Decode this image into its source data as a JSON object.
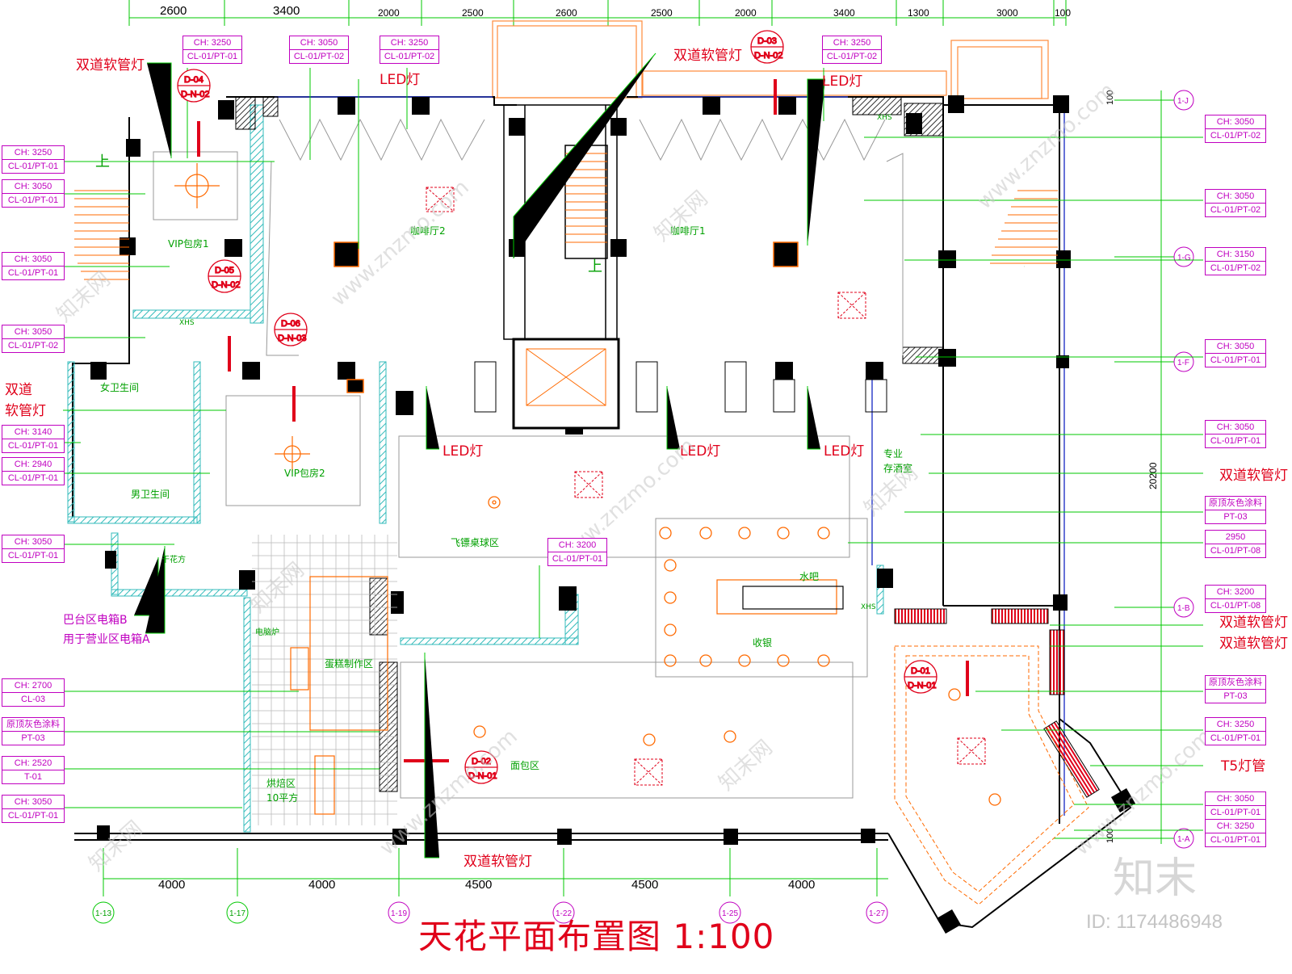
{
  "title": "天花平面布置图 1:100",
  "watermark": {
    "brand": "知末",
    "id": "ID: 1174486948",
    "site": "www.znzmo.com",
    "site_cn": "知末网"
  },
  "dims_top": [
    "2600",
    "3400",
    "2000",
    "2500",
    "2600",
    "2500",
    "2000",
    "3400",
    "1300",
    "3000",
    "100"
  ],
  "dims_bottom": [
    "4000",
    "4000",
    "4500",
    "4500",
    "4000"
  ],
  "dims_right": [
    "100",
    "20200",
    "100"
  ],
  "axes_bottom": [
    "1-13",
    "1-17",
    "1-19",
    "1-22",
    "1-25",
    "1-27"
  ],
  "axes_right": [
    "1-J",
    "1-G",
    "1-F",
    "1-B",
    "1-A"
  ],
  "rooms": [
    "VIP包房1",
    "咖啡厅2",
    "咖啡厅1",
    "女卫生间",
    "男卫生间",
    "VIP包房2",
    "专业存酒室",
    "飞镖桌球区",
    "水吧",
    "收银",
    "电脑炉",
    "蛋糕制作区",
    "面包区",
    "烘焙区",
    "10平方",
    "干花方",
    "XHS",
    "XHS",
    "XHS",
    "上",
    "上",
    "上"
  ],
  "callouts": [
    "双道软管灯",
    "双道软管灯",
    "LED灯",
    "LED灯",
    "双道",
    "软管灯",
    "LED灯",
    "LED灯",
    "LED灯",
    "双道软管灯",
    "双道软管灯",
    "双道软管灯",
    "T5灯管",
    "双道软管灯",
    "巴台区电箱B",
    "用于营业区电箱A"
  ],
  "tags_top": [
    [
      "CH: 3250",
      "CL-01/PT-01"
    ],
    [
      "CH: 3050",
      "CL-01/PT-02"
    ],
    [
      "CH: 3250",
      "CL-01/PT-02"
    ],
    [
      "CH: 3250",
      "CL-01/PT-02"
    ]
  ],
  "tags_left": [
    [
      "CH: 3250",
      "CL-01/PT-01"
    ],
    [
      "CH: 3050",
      "CL-01/PT-01"
    ],
    [
      "CH: 3050",
      "CL-01/PT-01"
    ],
    [
      "CH: 3050",
      "CL-01/PT-02"
    ],
    [
      "CH: 3140",
      "CL-01/PT-01"
    ],
    [
      "CH: 2940",
      "CL-01/PT-01"
    ],
    [
      "CH: 3050",
      "CL-01/PT-01"
    ],
    [
      "CH: 2700",
      "CL-03"
    ],
    [
      "原顶灰色涂料",
      "PT-03"
    ],
    [
      "CH: 2520",
      "T-01"
    ],
    [
      "CH: 3050",
      "CL-01/PT-01"
    ]
  ],
  "tags_right": [
    [
      "CH: 3050",
      "CL-01/PT-02"
    ],
    [
      "CH: 3050",
      "CL-01/PT-02"
    ],
    [
      "CH: 3150",
      "CL-01/PT-02"
    ],
    [
      "CH: 3050",
      "CL-01/PT-01"
    ],
    [
      "CH: 3050",
      "CL-01/PT-01"
    ],
    [
      "原顶灰色涂料",
      "PT-03"
    ],
    [
      "2950",
      "CL-01/PT-08"
    ],
    [
      "CH: 3200",
      "CL-01/PT-08"
    ],
    [
      "原顶灰色涂料",
      "PT-03"
    ],
    [
      "CH: 3250",
      "CL-01/PT-01"
    ],
    [
      "CH: 3050",
      "CL-01/PT-01"
    ],
    [
      "CH: 3250",
      "CL-01/PT-01"
    ]
  ],
  "tag_mid": [
    "CH: 3200",
    "CL-01/PT-01"
  ],
  "detail_refs": [
    [
      "D-04",
      "D-N-02"
    ],
    [
      "D-05",
      "D-N-02"
    ],
    [
      "D-06",
      "D-N-03"
    ],
    [
      "D-03",
      "D-N-02"
    ],
    [
      "D-01",
      "D-N-01"
    ],
    [
      "D-02",
      "D-N-01"
    ]
  ],
  "colors": {
    "wall": "#000000",
    "dim_line": "#00c800",
    "ceiling_line": "#ff6a00",
    "callout": "#e0001a",
    "tag": "#c000c0",
    "hatch": "#33bbbb",
    "watermark": "#c8c8c8"
  }
}
